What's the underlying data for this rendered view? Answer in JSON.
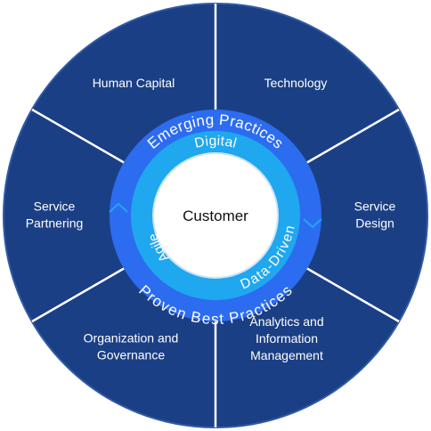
{
  "colors": {
    "outer_ring": "#1b3f84",
    "outer_edge": "#2f5aa8",
    "divider": "#ffffff",
    "middle_ring": "#2c6cf0",
    "inner_ring": "#1fa7f0",
    "core": "#ffffff",
    "core_border": "#cfe3f7"
  },
  "segments": [
    {
      "label_lines": [
        "Human Capital"
      ]
    },
    {
      "label_lines": [
        "Technology"
      ]
    },
    {
      "label_lines": [
        "Service",
        "Design"
      ]
    },
    {
      "label_lines": [
        "Analytics and",
        "Information",
        "Management"
      ]
    },
    {
      "label_lines": [
        "Organization and",
        "Governance"
      ]
    },
    {
      "label_lines": [
        "Service",
        "Partnering"
      ]
    }
  ],
  "middle_ring": {
    "top": "Emerging Practices",
    "bottom": "Proven Best Practices"
  },
  "inner_ring": {
    "top": "Digital",
    "left": "Agile",
    "right": "Data-Driven"
  },
  "center": {
    "label": "Customer"
  }
}
